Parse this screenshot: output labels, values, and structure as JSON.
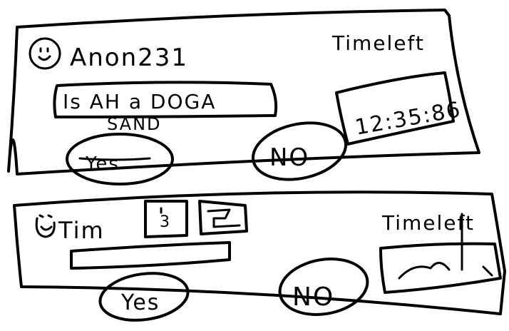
{
  "card1": {
    "username": "Anon231",
    "question": "Is AH a DOGA",
    "question_line2": "SAND",
    "yes_label": "Yes",
    "no_label": "NO",
    "time_left_label": "Timeleft",
    "time_value": "12:35:86"
  },
  "card2": {
    "username": "Tim",
    "badge1_value": "3",
    "badge2_value": "",
    "input_value": "",
    "yes_label": "Yes",
    "no_label": "NO",
    "time_left_label": "Timeleft",
    "time_value": ""
  }
}
